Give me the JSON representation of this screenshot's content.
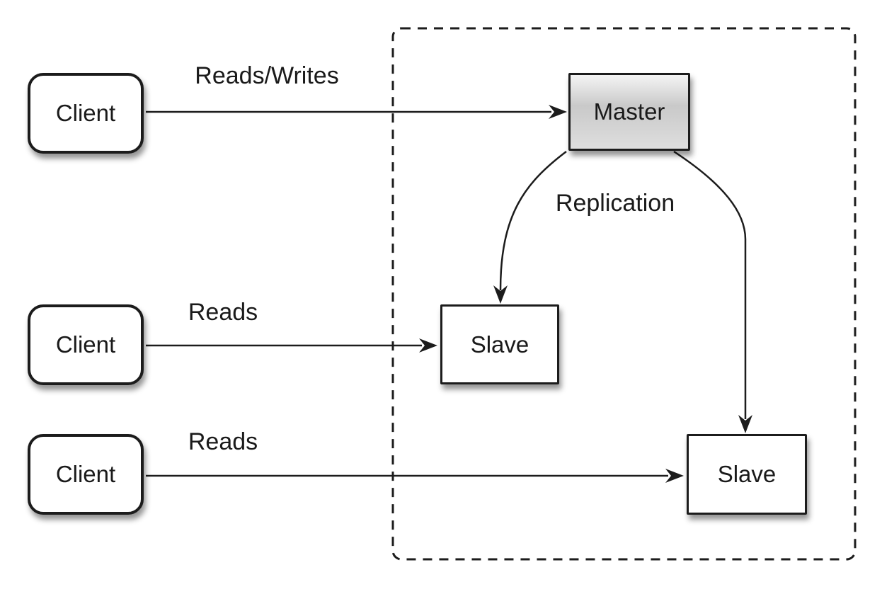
{
  "colors": {
    "background": "#ffffff",
    "stroke": "#1c1c1c",
    "text": "#1a1a1a",
    "node_fill": "#ffffff",
    "master_top": "#f4f4f4",
    "master_mid": "#c9c9c9",
    "master_bottom": "#dedede"
  },
  "nodes": {
    "clients": [
      {
        "label": "Client"
      },
      {
        "label": "Client"
      },
      {
        "label": "Client"
      }
    ],
    "master": {
      "label": "Master"
    },
    "slaves": [
      {
        "label": "Slave"
      },
      {
        "label": "Slave"
      }
    ]
  },
  "edges": {
    "client1_master": {
      "label": "Reads/Writes"
    },
    "client2_slave1": {
      "label": "Reads"
    },
    "client3_slave2": {
      "label": "Reads"
    },
    "replication": {
      "label": "Replication"
    }
  }
}
